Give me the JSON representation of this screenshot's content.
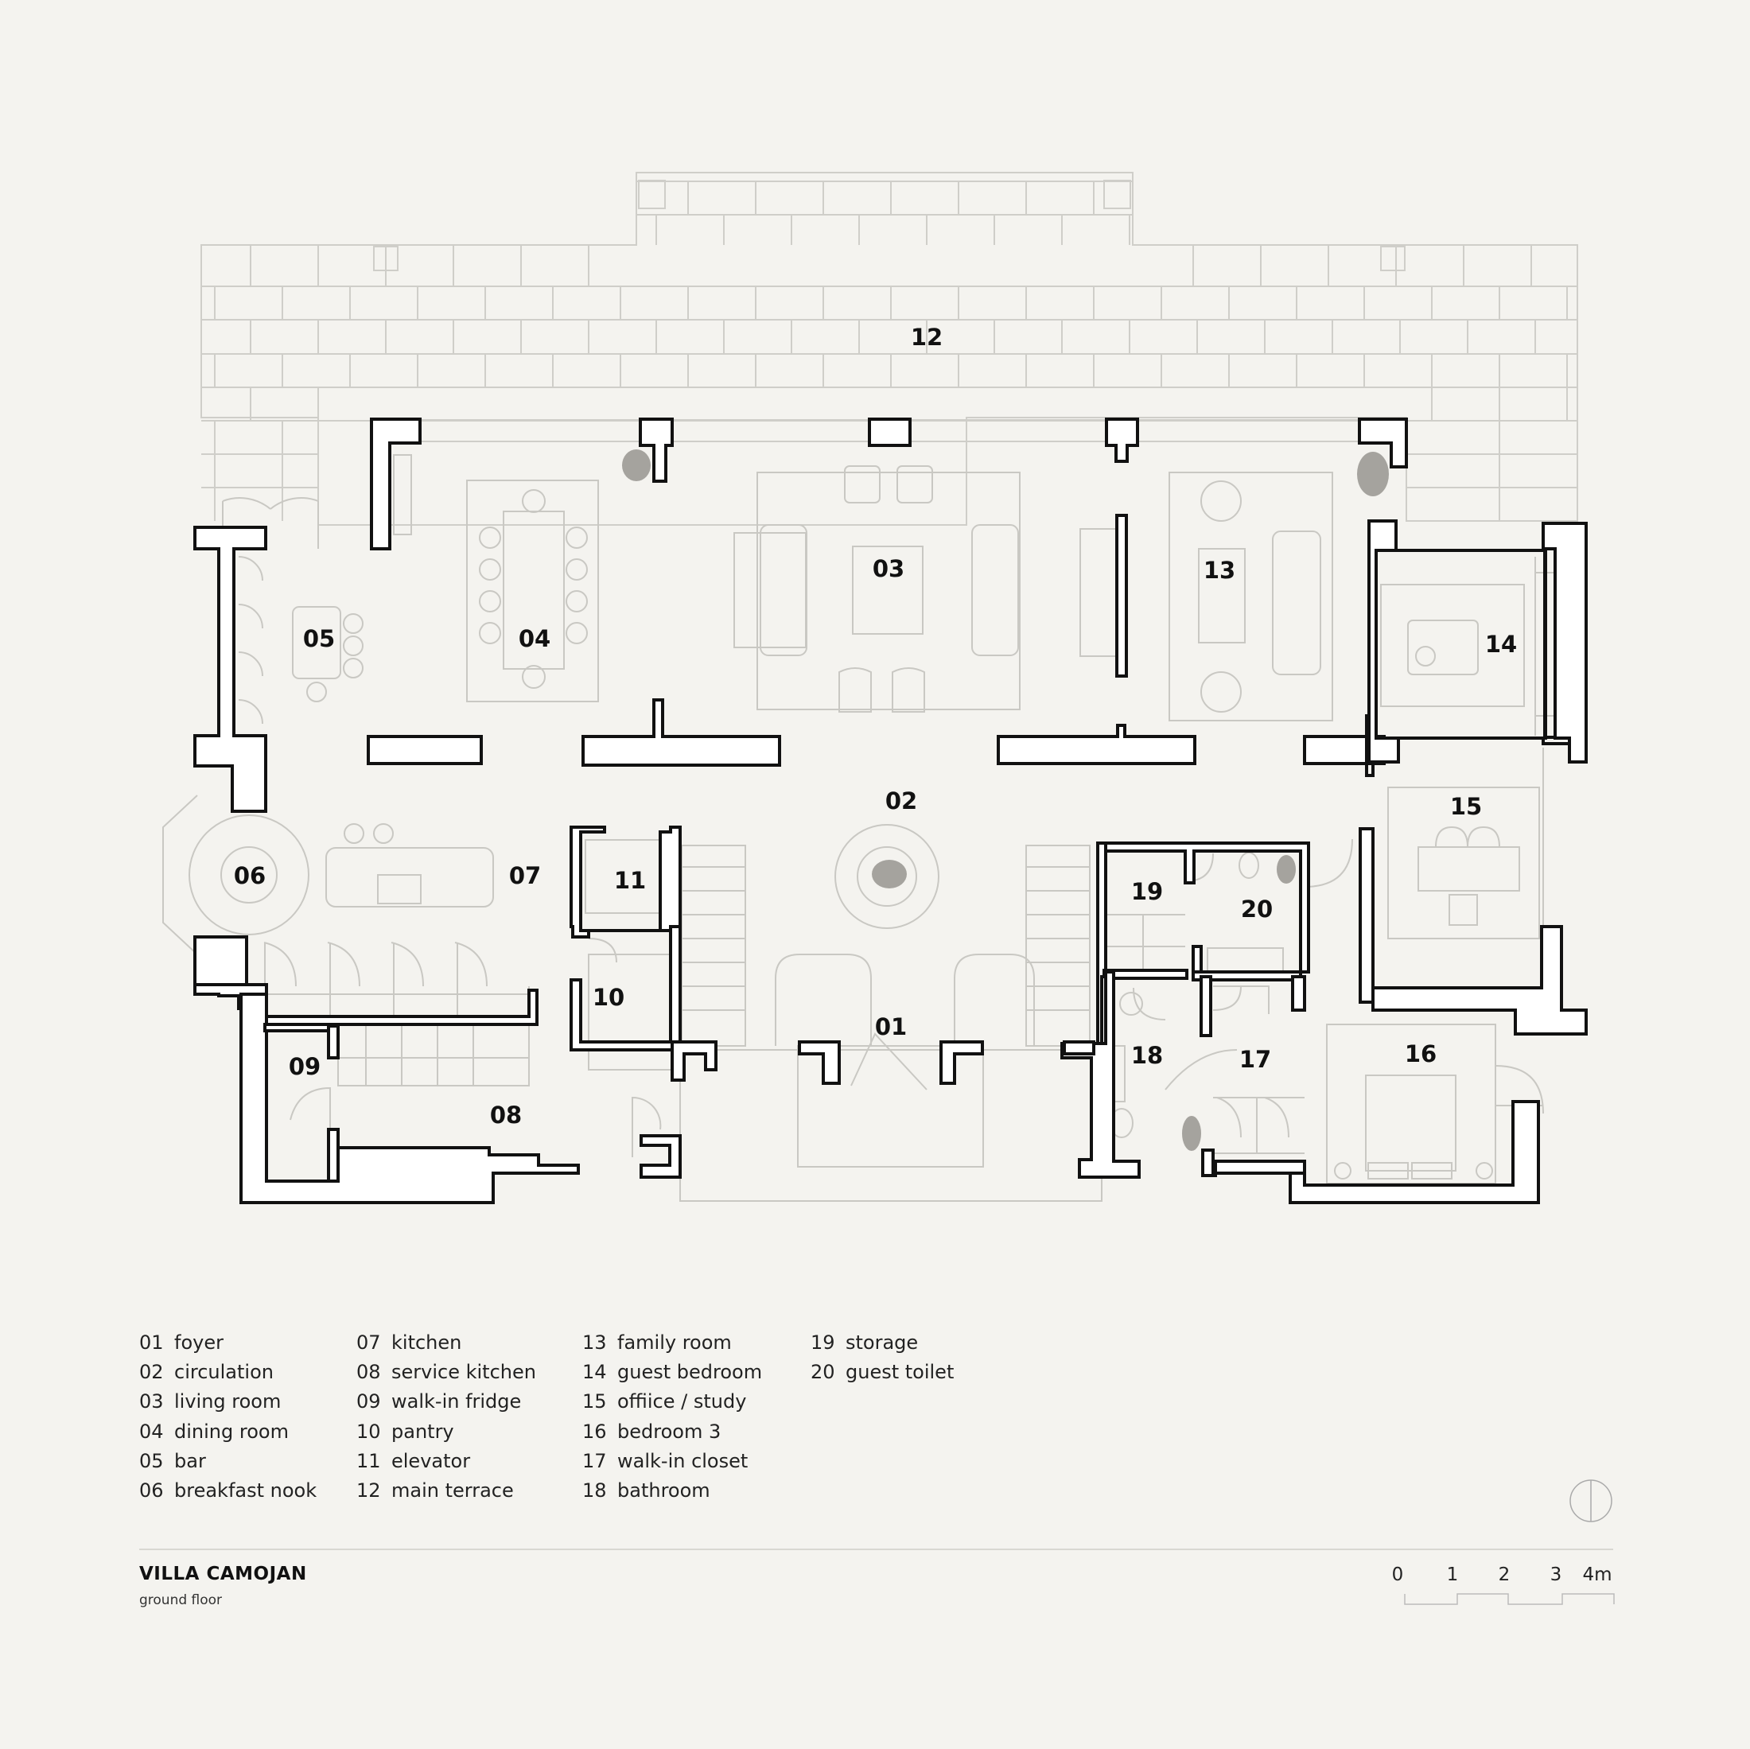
{
  "plan": {
    "rooms": [
      {
        "label": "01",
        "name": "foyer"
      },
      {
        "label": "02",
        "name": "circulation"
      },
      {
        "label": "03",
        "name": "living room"
      },
      {
        "label": "04",
        "name": "dining room"
      },
      {
        "label": "05",
        "name": "bar"
      },
      {
        "label": "06",
        "name": "breakfast nook"
      },
      {
        "label": "07",
        "name": "kitchen"
      },
      {
        "label": "08",
        "name": "service kitchen"
      },
      {
        "label": "09",
        "name": "walk-in fridge"
      },
      {
        "label": "10",
        "name": "pantry"
      },
      {
        "label": "11",
        "name": "elevator"
      },
      {
        "label": "12",
        "name": "main terrace"
      },
      {
        "label": "13",
        "name": "family room"
      },
      {
        "label": "14",
        "name": "guest bedroom"
      },
      {
        "label": "15",
        "name": "offiice / study"
      },
      {
        "label": "16",
        "name": "bedroom 3"
      },
      {
        "label": "17",
        "name": "walk-in closet"
      },
      {
        "label": "18",
        "name": "bathroom"
      },
      {
        "label": "19",
        "name": "storage"
      },
      {
        "label": "20",
        "name": "guest toilet"
      }
    ]
  },
  "title_block": {
    "title": "VILLA CAMOJAN",
    "subtitle": "ground floor"
  },
  "scale_bar": {
    "labels": [
      "0",
      "1",
      "2",
      "3",
      "4m"
    ]
  },
  "colors": {
    "background": "#f4f3ef",
    "wall": "#111111",
    "furniture_line": "#c9c8c3"
  },
  "icons": [
    "north-arrow-icon"
  ]
}
